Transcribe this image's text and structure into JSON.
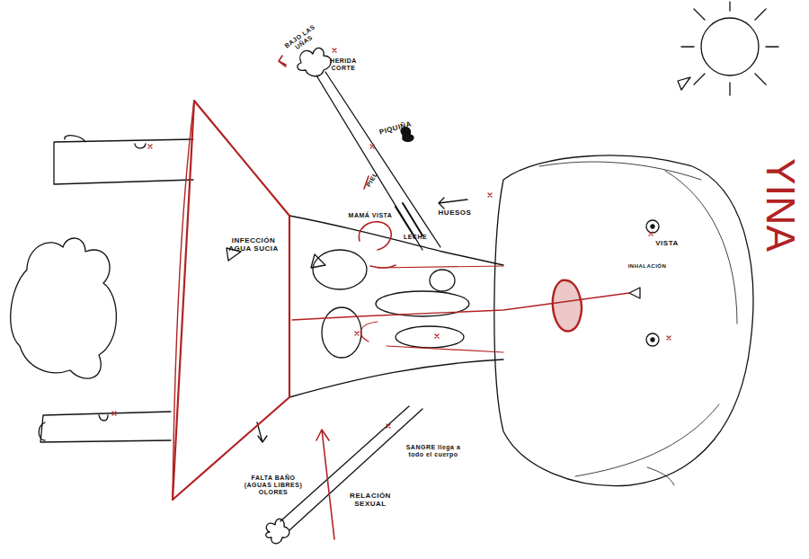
{
  "diagram": {
    "labels": [
      "YINA",
      "BAJO LAS UÑAS",
      "HERIDA CORTE",
      "PIQUIÑA",
      "PIEL",
      "HUESOS",
      "MAMÁ VISTA",
      "LECHE",
      "INFECCIÓN AGUA SUCIA",
      "VISTA",
      "INHALACIÓN",
      "FALTA BAÑO (AGUAS LIBRES) OLORES",
      "RELACIÓN SEXUAL",
      "SANGRE llega a todo el cuerpo"
    ]
  }
}
